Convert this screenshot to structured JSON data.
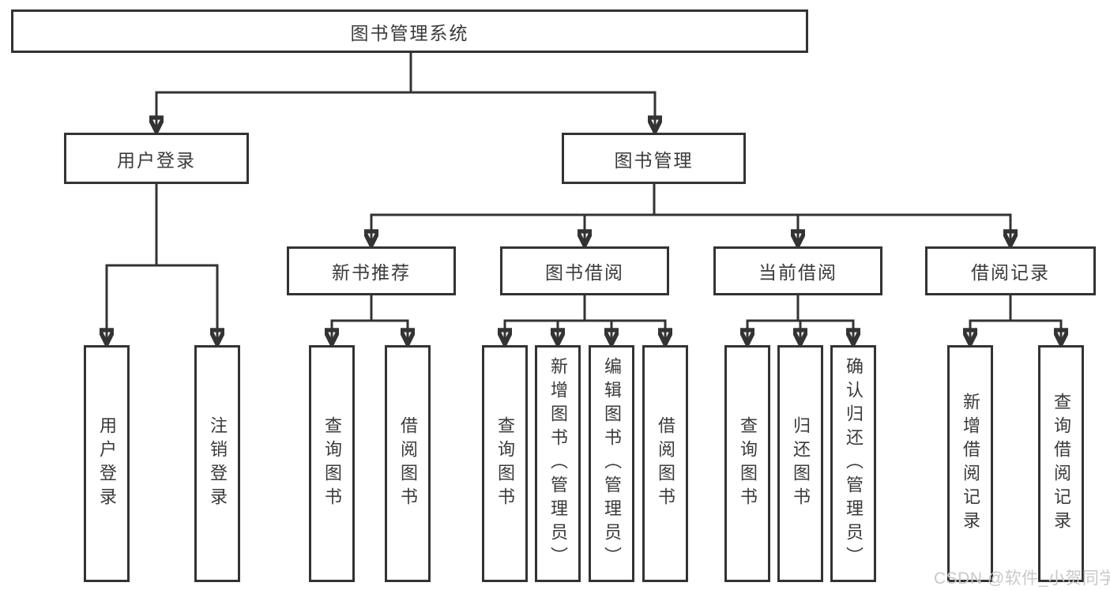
{
  "diagram": {
    "root": {
      "label": "图书管理系统"
    },
    "level2": [
      {
        "label": "用户登录",
        "leaves": [
          {
            "label": "用户登录"
          },
          {
            "label": "注销登录"
          }
        ]
      },
      {
        "label": "图书管理",
        "groups": [
          {
            "label": "新书推荐",
            "leaves": [
              {
                "label": "查询图书"
              },
              {
                "label": "借阅图书"
              }
            ]
          },
          {
            "label": "图书借阅",
            "leaves": [
              {
                "label": "查询图书"
              },
              {
                "label": "新增图书（管理员）"
              },
              {
                "label": "编辑图书（管理员）"
              },
              {
                "label": "借阅图书"
              }
            ]
          },
          {
            "label": "当前借阅",
            "leaves": [
              {
                "label": "查询图书"
              },
              {
                "label": "归还图书"
              },
              {
                "label": "确认归还（管理员）"
              }
            ]
          },
          {
            "label": "借阅记录",
            "leaves": [
              {
                "label": "新增借阅记录"
              },
              {
                "label": "查询借阅记录"
              }
            ]
          }
        ]
      }
    ]
  },
  "watermark": {
    "text": "CSDN @软件_小贺同学"
  },
  "colors": {
    "line": "#333333",
    "text": "#3a3a3a",
    "watermark": "#c8c8c8",
    "background": "#ffffff"
  }
}
